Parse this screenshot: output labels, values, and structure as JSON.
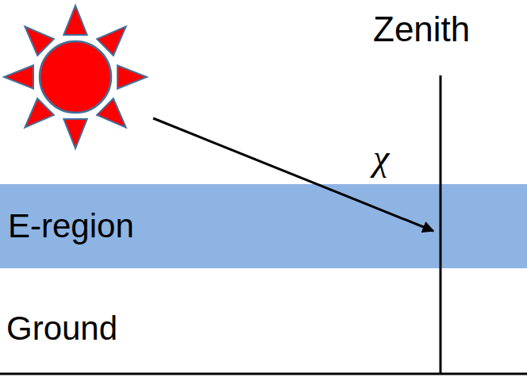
{
  "diagram": {
    "nodes": [
      {
        "text": [
          "E-region"
        ]
      }
    ],
    "edges": [],
    "labels": [
      "Zenith",
      "χ",
      "Ground"
    ]
  }
}
